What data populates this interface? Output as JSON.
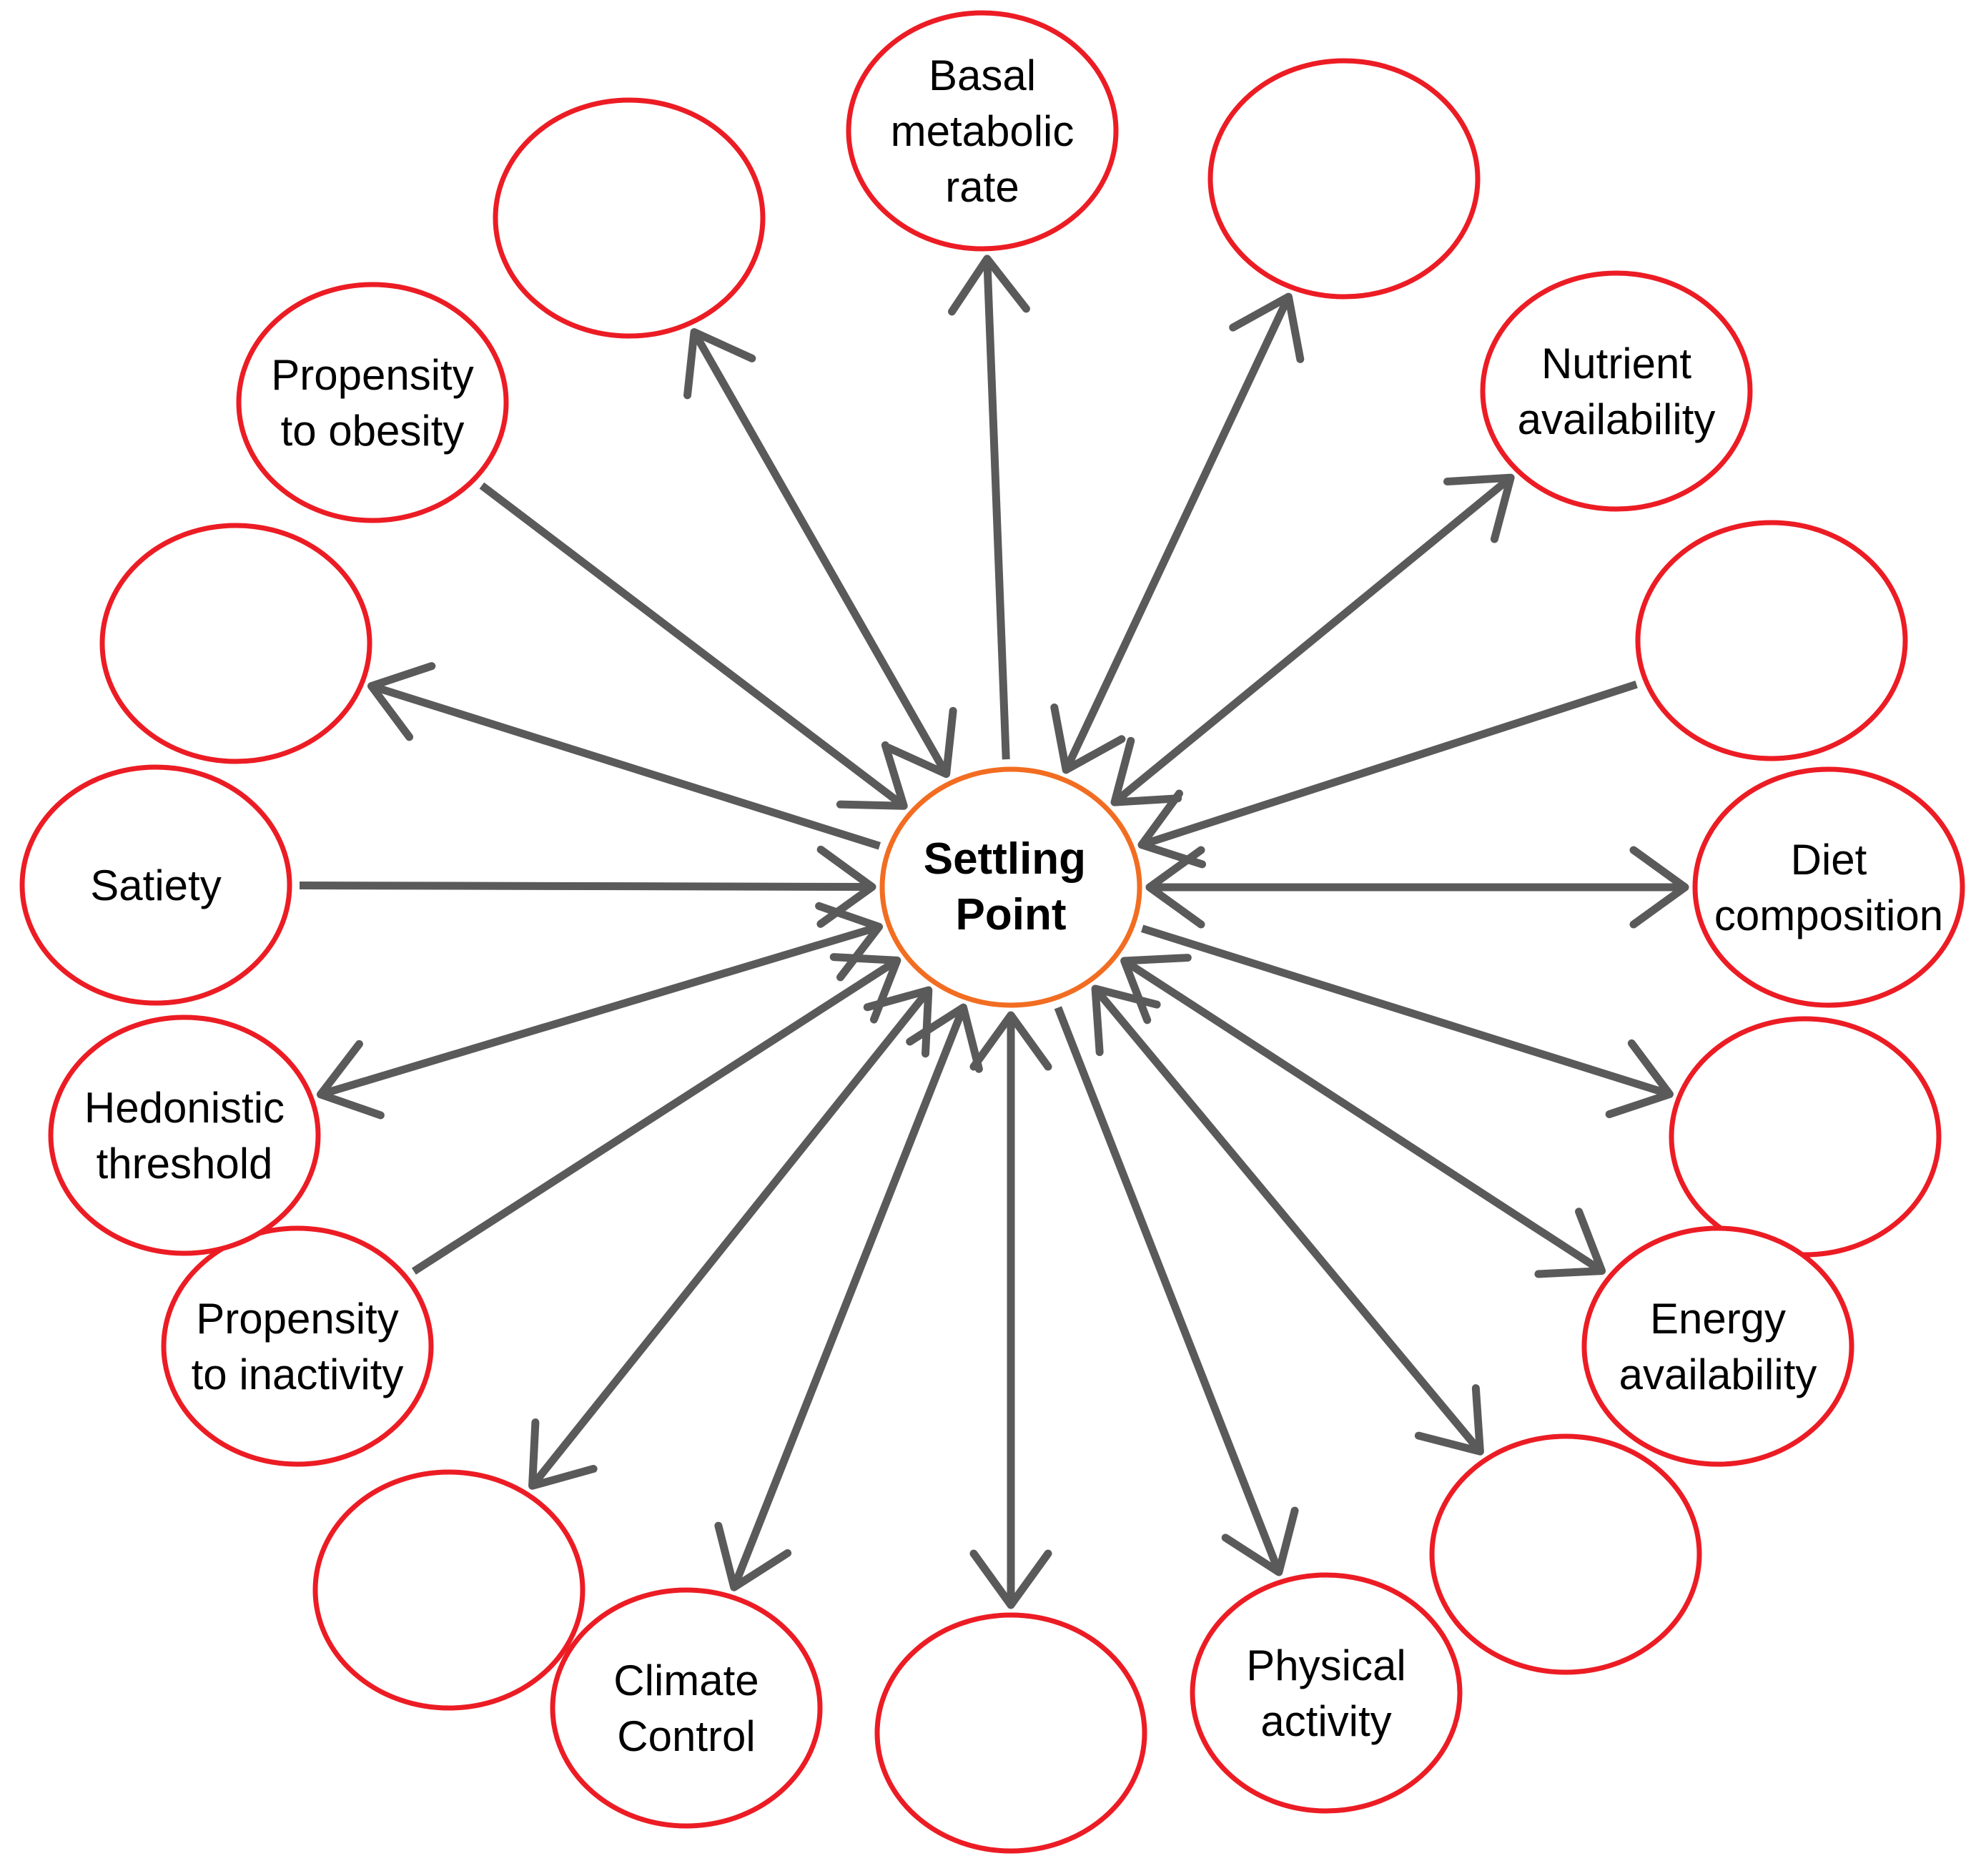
{
  "colors": {
    "node_stroke": "#ec1c24",
    "center_stroke": "#f26d21",
    "arrow": "#5a5a5a",
    "text": "#000000"
  },
  "center": {
    "lines": [
      "Settling",
      "Point"
    ]
  },
  "nodes": [
    {
      "id": "basal-metabolic-rate",
      "lines": [
        "Basal",
        "metabolic",
        "rate"
      ],
      "arrow_to_node": true,
      "arrow_to_center": false
    },
    {
      "id": "blank-top-right",
      "lines": [],
      "arrow_to_node": true,
      "arrow_to_center": true
    },
    {
      "id": "nutrient-availability",
      "lines": [
        "Nutrient",
        "availability"
      ],
      "arrow_to_node": true,
      "arrow_to_center": true
    },
    {
      "id": "blank-right-upper",
      "lines": [],
      "arrow_to_node": false,
      "arrow_to_center": true
    },
    {
      "id": "diet-composition",
      "lines": [
        "Diet",
        "composition"
      ],
      "arrow_to_node": true,
      "arrow_to_center": true
    },
    {
      "id": "blank-right-lower",
      "lines": [],
      "arrow_to_node": true,
      "arrow_to_center": false
    },
    {
      "id": "energy-availability",
      "lines": [
        "Energy",
        "availability"
      ],
      "arrow_to_node": true,
      "arrow_to_center": true
    },
    {
      "id": "blank-bottom-right",
      "lines": [],
      "arrow_to_node": true,
      "arrow_to_center": true
    },
    {
      "id": "physical-activity",
      "lines": [
        "Physical",
        "activity"
      ],
      "arrow_to_node": true,
      "arrow_to_center": false
    },
    {
      "id": "blank-bottom",
      "lines": [],
      "arrow_to_node": true,
      "arrow_to_center": true
    },
    {
      "id": "climate-control",
      "lines": [
        "Climate",
        "Control"
      ],
      "arrow_to_node": true,
      "arrow_to_center": true
    },
    {
      "id": "blank-bottom-left",
      "lines": [],
      "arrow_to_node": true,
      "arrow_to_center": true
    },
    {
      "id": "propensity-to-inactivity",
      "lines": [
        "Propensity",
        "to inactivity"
      ],
      "arrow_to_node": false,
      "arrow_to_center": true
    },
    {
      "id": "hedonistic-threshold",
      "lines": [
        "Hedonistic",
        "threshold"
      ],
      "arrow_to_node": true,
      "arrow_to_center": true
    },
    {
      "id": "satiety",
      "lines": [
        "Satiety"
      ],
      "arrow_to_node": false,
      "arrow_to_center": true
    },
    {
      "id": "blank-left-upper",
      "lines": [],
      "arrow_to_node": true,
      "arrow_to_center": false
    },
    {
      "id": "propensity-to-obesity",
      "lines": [
        "Propensity",
        "to obesity"
      ],
      "arrow_to_node": false,
      "arrow_to_center": true
    },
    {
      "id": "blank-top-left",
      "lines": [],
      "arrow_to_node": true,
      "arrow_to_center": true
    }
  ]
}
